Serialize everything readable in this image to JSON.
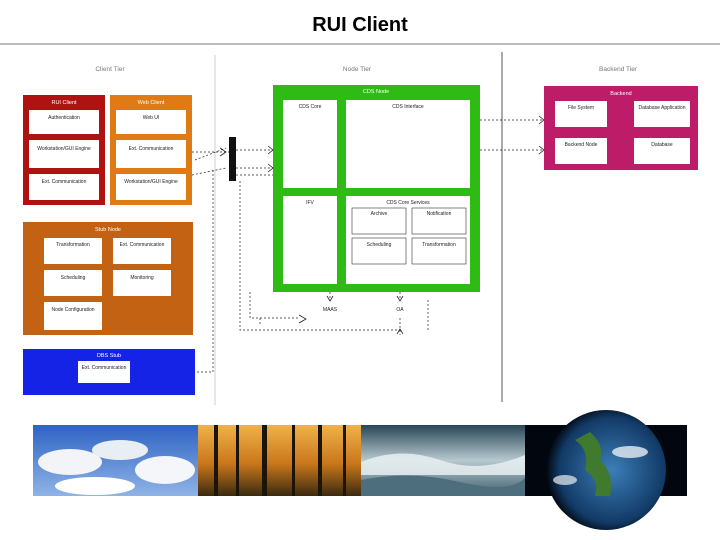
{
  "slide": {
    "title": "RUI Client"
  },
  "tiers": {
    "client": "Client Tier",
    "node": "Node Tier",
    "backend": "Backend Tier"
  },
  "rui_client": {
    "label": "RUI Client",
    "items": [
      "Authentication",
      "Workstation/GUI Engine",
      "Ext. Communication"
    ]
  },
  "web_client": {
    "label": "Web Client",
    "items": [
      "Web UI",
      "Ext. Communication",
      "Workstation/GUI Engine"
    ]
  },
  "stub_node": {
    "label": "Stub Node",
    "items": [
      "Transformation",
      "Ext. Communication",
      "Scheduling",
      "Monitoring",
      "Node Configuration"
    ]
  },
  "dbs_stub": {
    "label": "DBS Stub",
    "items": [
      "Ext. Communication"
    ]
  },
  "cds_node": {
    "label": "CDS Node",
    "cds_core": "CDS Core",
    "cds_interface": "CDS Interface",
    "ifv": "IFV",
    "services_label": "CDS Core Services",
    "services": [
      "Archive",
      "Notification",
      "Scheduling",
      "Transformation"
    ]
  },
  "ext_targets": {
    "left": "MAAS",
    "right": "OA"
  },
  "backend": {
    "label": "Backend",
    "items": [
      "File System",
      "Database Application",
      "Backend Node",
      "Database"
    ]
  },
  "colors": {
    "rui_client": "#b01212",
    "web_client": "#e07b14",
    "stub_node": "#c36213",
    "dbs_stub": "#1423e6",
    "cds_node": "#2dbb14",
    "backend": "#bd1c68",
    "connector": "#111111"
  },
  "photos": [
    "clouds-photo",
    "forest-photo",
    "ocean-waves-photo",
    "earth-from-space-photo"
  ]
}
